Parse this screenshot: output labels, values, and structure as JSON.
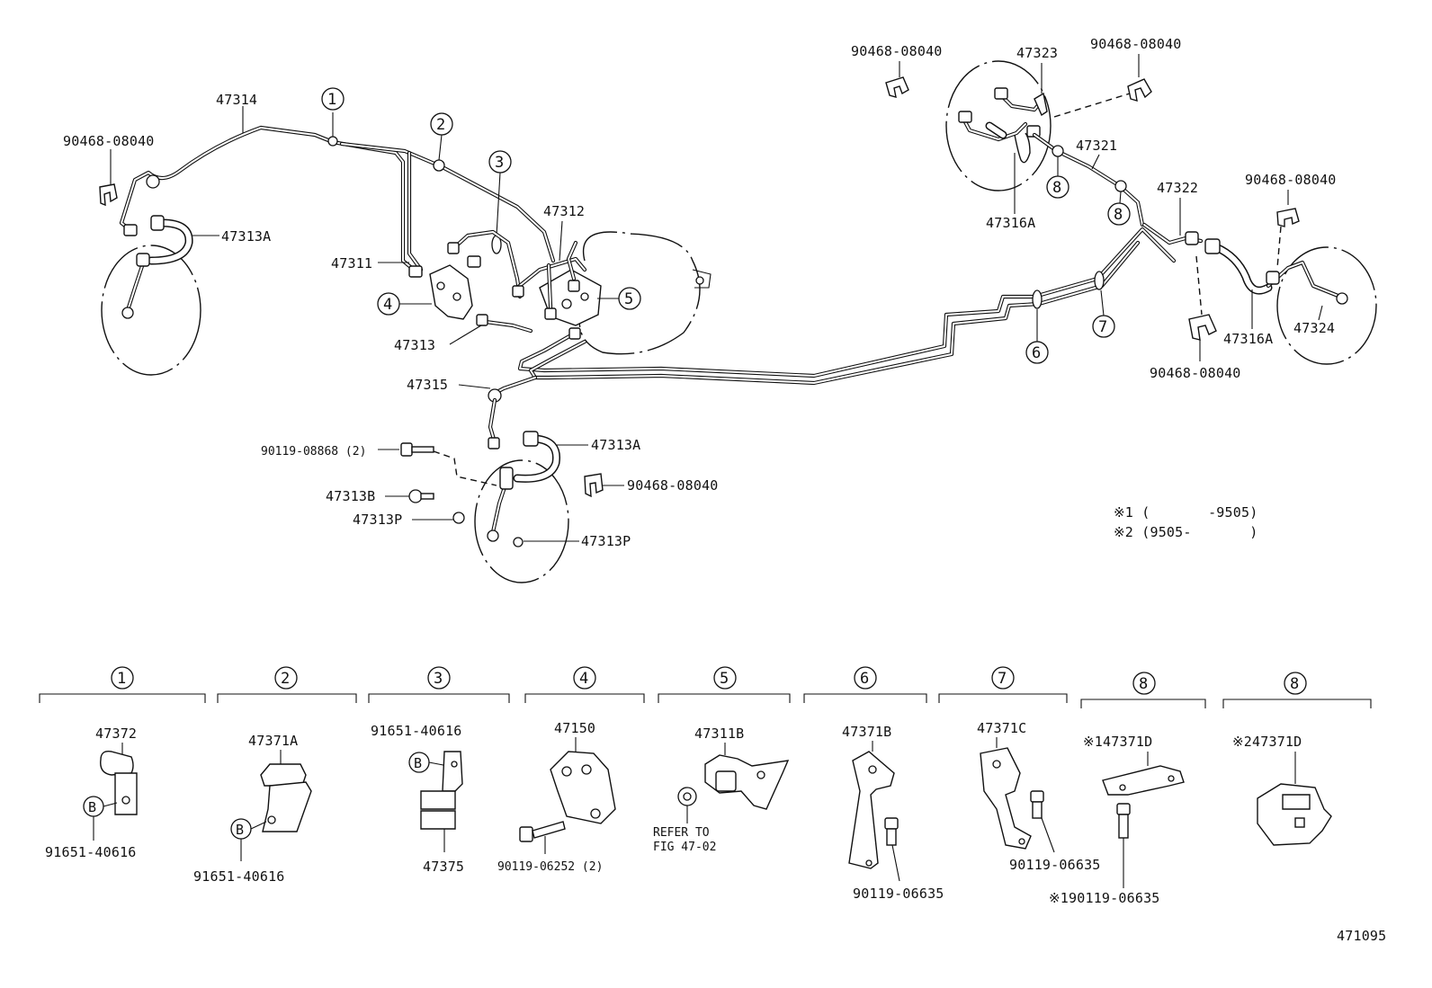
{
  "callouts": {
    "c1": "1",
    "c2": "2",
    "c3": "3",
    "c4": "4",
    "c5": "5",
    "c6": "6",
    "c7": "7",
    "c8a": "8",
    "c8b": "8"
  },
  "labels": {
    "p47314": "47314",
    "p90468_left": "90468-08040",
    "p47313A_top": "47313A",
    "p47311": "47311",
    "p47312": "47312",
    "p47313": "47313",
    "p47315": "47315",
    "p90119_08868": "90119-08868 (2)",
    "p47313A_bottom": "47313A",
    "p90468_center": "90468-08040",
    "p47313B": "47313B",
    "p47313P_left": "47313P",
    "p47313P_right": "47313P",
    "p90468_top_mid": "90468-08040",
    "p47323": "47323",
    "p90468_top_right": "90468-08040",
    "p47321": "47321",
    "p47316A_top": "47316A",
    "p47322": "47322",
    "p90468_right": "90468-08040",
    "p47316A_right": "47316A",
    "p47324": "47324",
    "p90468_bottom_right": "90468-08040"
  },
  "notes": {
    "n1": "※1 (       -9505)",
    "n2": "※2 (9505-       )"
  },
  "details": {
    "d1": {
      "callout": "1",
      "part": "47372",
      "marker": "B",
      "sub": "91651-40616"
    },
    "d2": {
      "callout": "2",
      "part": "47371A",
      "marker": "B",
      "sub": "91651-40616"
    },
    "d3": {
      "callout": "3",
      "part": "47375",
      "marker": "B",
      "sub": "91651-40616"
    },
    "d4": {
      "callout": "4",
      "part": "47150",
      "sub": "90119-06252 (2)"
    },
    "d5": {
      "callout": "5",
      "part": "47311B",
      "ref1": "REFER TO",
      "ref2": "FIG 47-02"
    },
    "d6": {
      "callout": "6",
      "part": "47371B",
      "sub": "90119-06635"
    },
    "d7": {
      "callout": "7",
      "part": "47371C",
      "sub": "90119-06635"
    },
    "d8a": {
      "callout": "8",
      "part": "※147371D",
      "sub": "※190119-06635"
    },
    "d8b": {
      "callout": "8",
      "part": "※247371D"
    }
  },
  "figure_number": "471095"
}
